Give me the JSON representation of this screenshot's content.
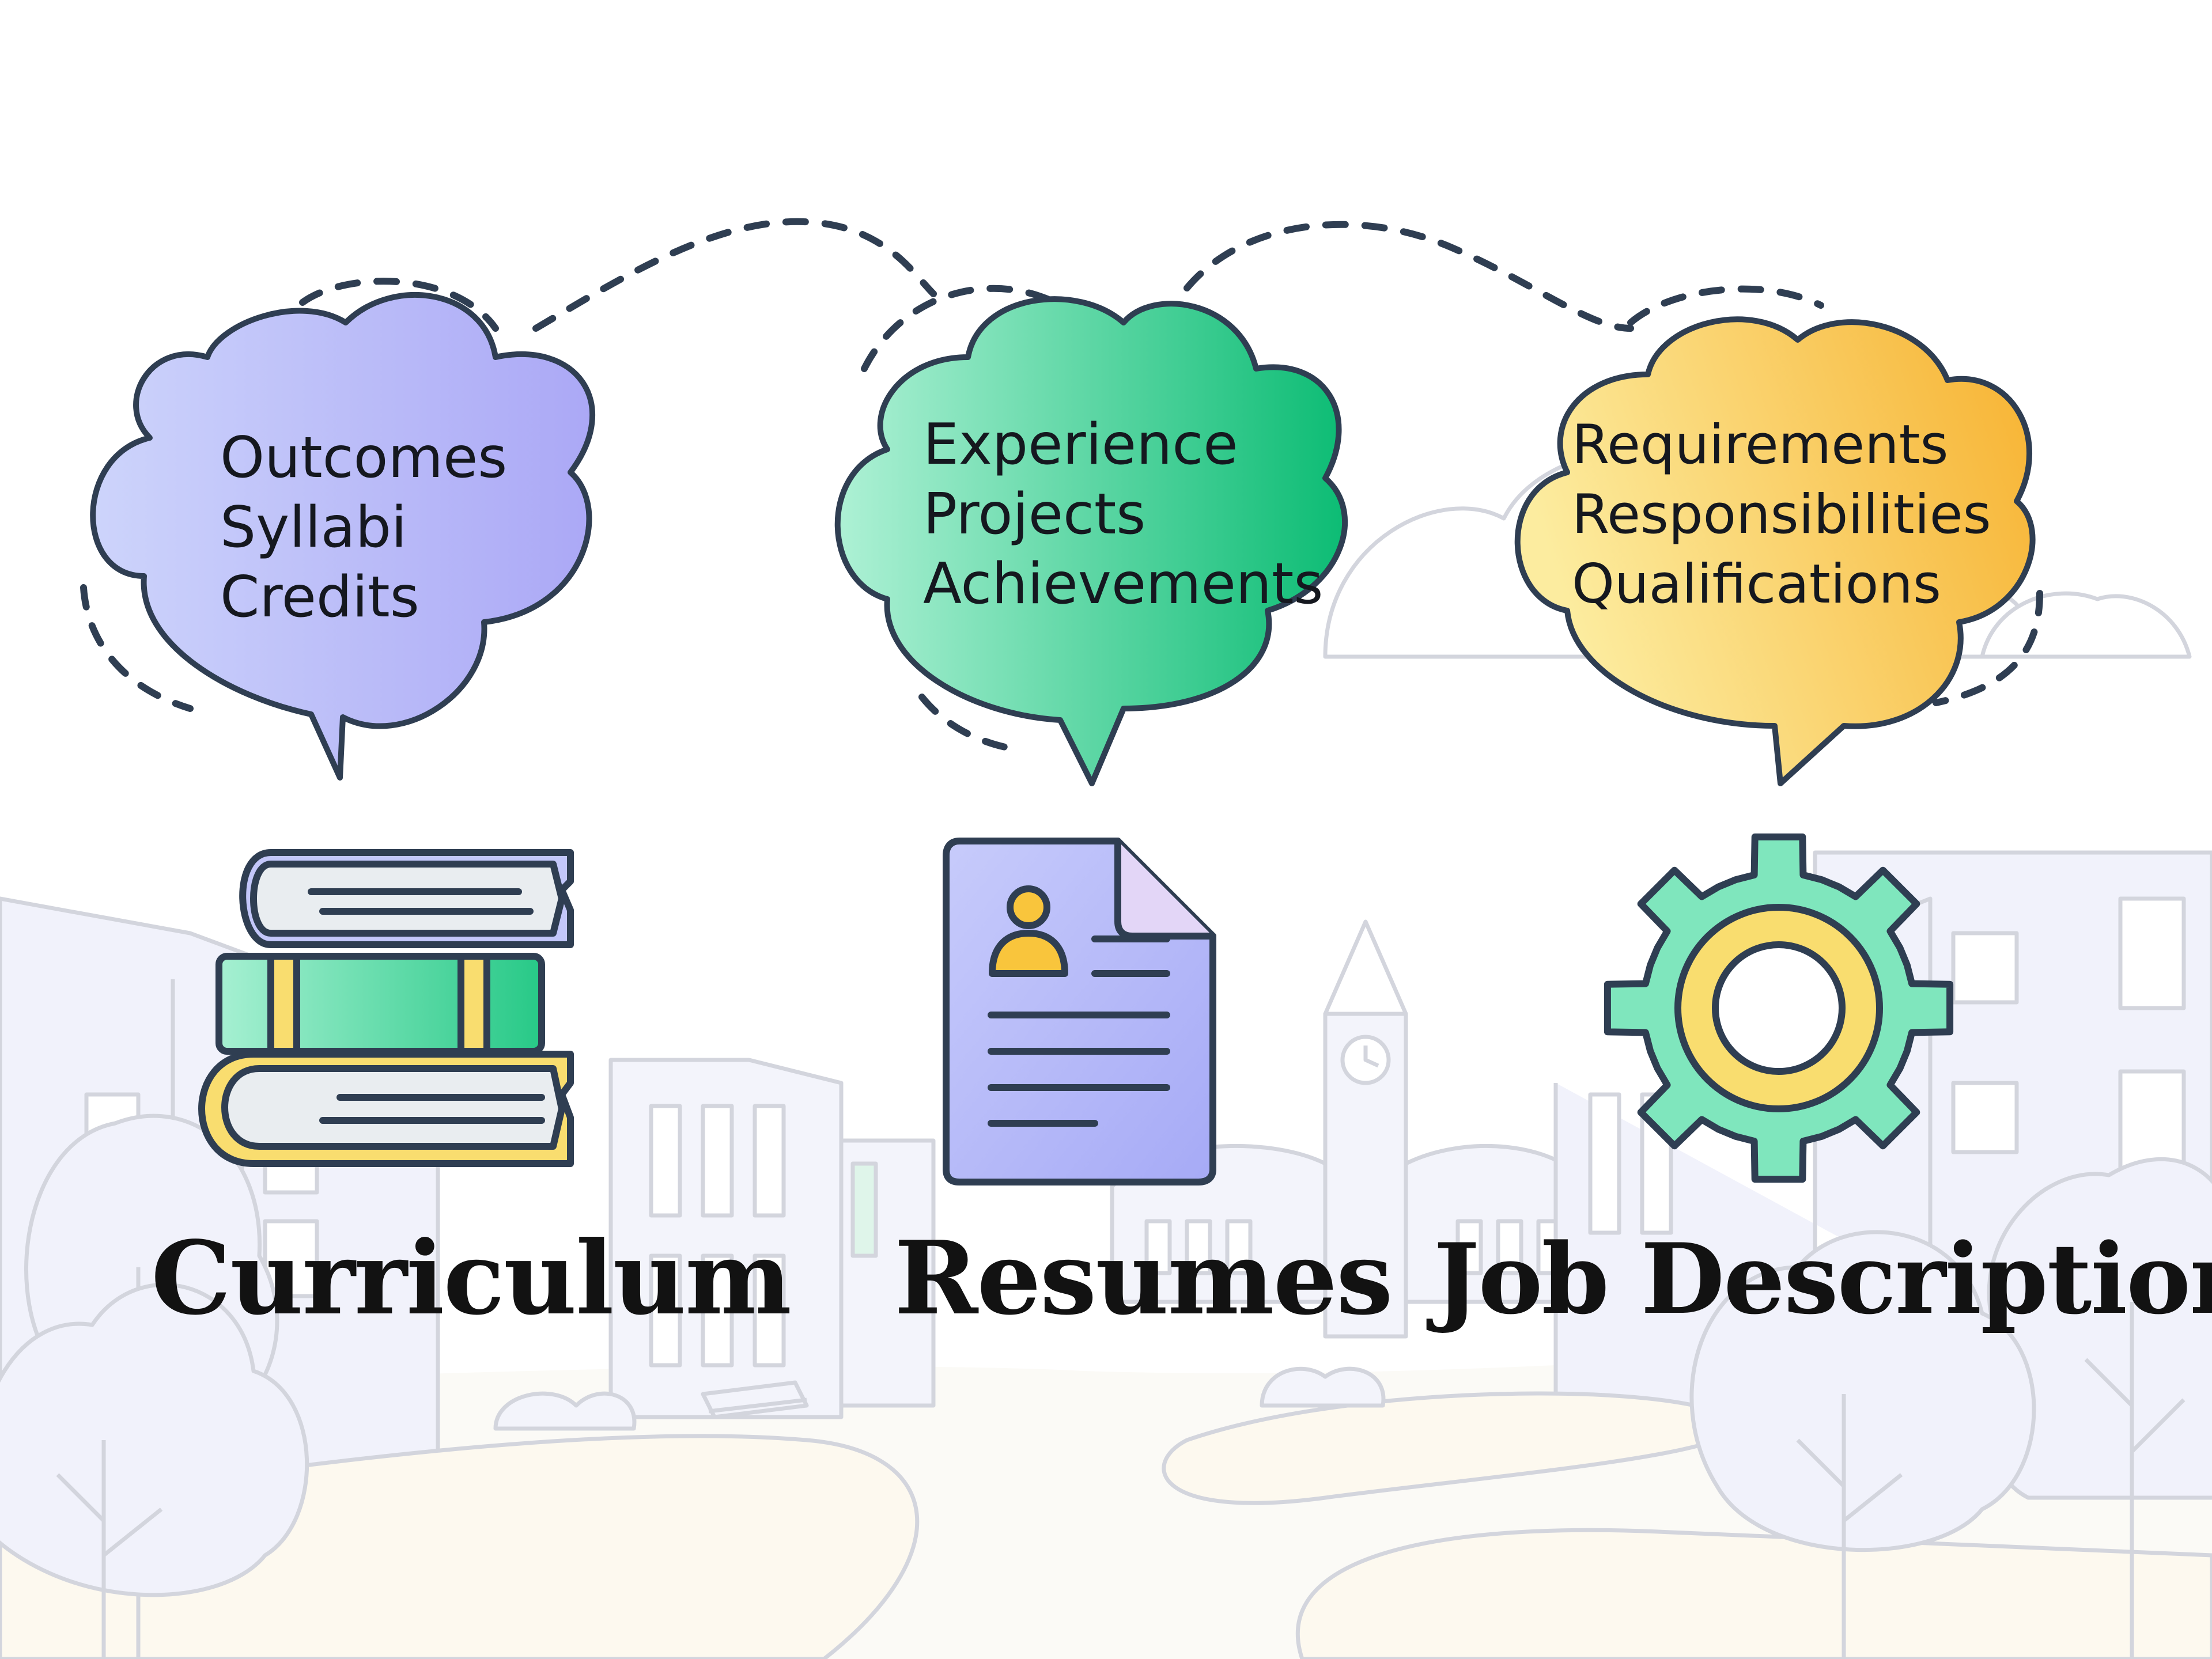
{
  "colors": {
    "outline": "#2f3e52",
    "background_line": "#d2d4dc",
    "background_fill": "#eef0fb",
    "purple_light": "#c6cbfb",
    "purple_dark": "#a9a6f5",
    "green_light": "#a6efd0",
    "green_dark": "#0fbf78",
    "yellow_light": "#fbe99a",
    "yellow_dark": "#f7b434",
    "book_gray": "#e9edf0",
    "book_purple": "#c3c7fa",
    "book_green": "#7fe6bd",
    "book_yellow": "#f9dd6f"
  },
  "bubbles": [
    {
      "id": "curriculum",
      "color_scheme": "purple",
      "lines": [
        "Outcomes",
        "Syllabi",
        "Credits"
      ]
    },
    {
      "id": "resumes",
      "color_scheme": "green",
      "lines": [
        "Experience",
        "Projects",
        "Achievements"
      ]
    },
    {
      "id": "job-descriptions",
      "color_scheme": "yellow",
      "lines": [
        "Requirements",
        "Responsibilities",
        "Qualifications"
      ]
    }
  ],
  "categories": [
    {
      "label": "Curriculum",
      "icon": "books-icon"
    },
    {
      "label": "Resumes",
      "icon": "resume-document-icon"
    },
    {
      "label": "Job Descriptions",
      "icon": "gear-icon"
    }
  ]
}
